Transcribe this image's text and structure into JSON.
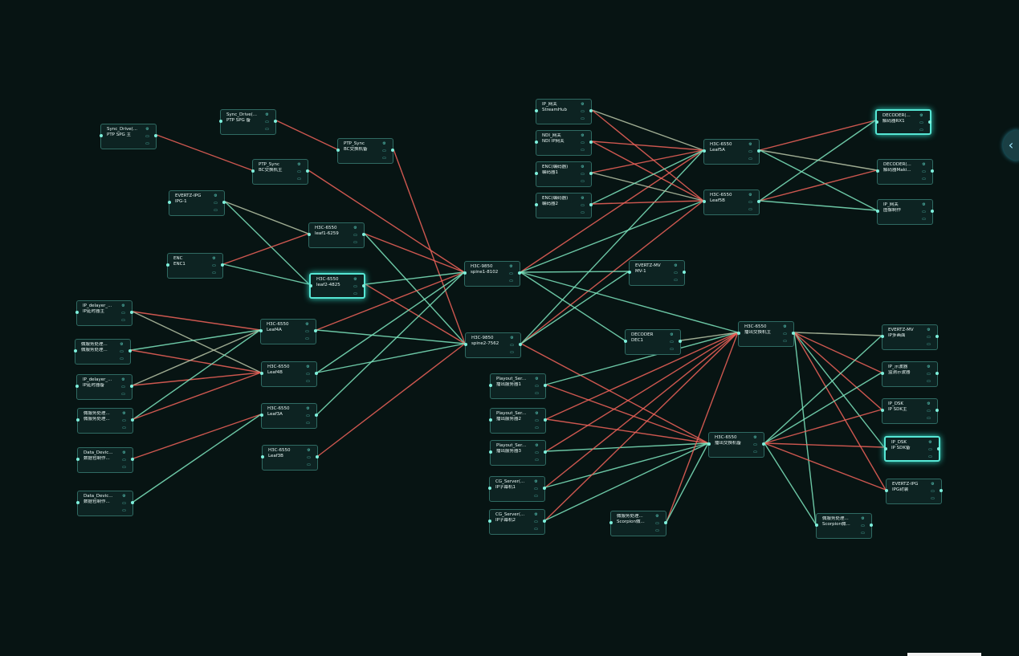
{
  "colors": {
    "green": "#7ee6bf",
    "red": "#f0635a",
    "mixed": "#b8c6a8"
  },
  "nodes": [
    {
      "id": "sync1",
      "l1": "Sync_Drive(...",
      "l2": "PTP SPG 主"
    },
    {
      "id": "sync2",
      "l1": "Sync_Drive(...",
      "l2": "PTP SPG 备"
    },
    {
      "id": "ptps_b",
      "l1": "PTP_Sync",
      "l2": "BC交换机备"
    },
    {
      "id": "ptps_m",
      "l1": "PTP_Sync",
      "l2": "BC交换机主"
    },
    {
      "id": "ipg",
      "l1": "EVERTZ-IPG",
      "l2": "IPG-1"
    },
    {
      "id": "enc",
      "l1": "ENC",
      "l2": "ENC1"
    },
    {
      "id": "leaf1",
      "l1": "H3C-6550",
      "l2": "leaf1-6259"
    },
    {
      "id": "leaf2",
      "l1": "H3C-6550",
      "l2": "leaf2-4825",
      "sel": true
    },
    {
      "id": "ipd1",
      "l1": "IP_delayer_...",
      "l2": "IP延时器主"
    },
    {
      "id": "mp1",
      "l1": "微服务处理...",
      "l2": "微服务处理..."
    },
    {
      "id": "ipd2",
      "l1": "IP_delayer_...",
      "l2": "IP延时器备"
    },
    {
      "id": "mp2",
      "l1": "微服务处理...",
      "l2": "微服务处理..."
    },
    {
      "id": "dd1",
      "l1": "Data_Devic...",
      "l2": "数据包制作..."
    },
    {
      "id": "dd2",
      "l1": "Data_Devic...",
      "l2": "数据包制作..."
    },
    {
      "id": "leaf4a",
      "l1": "H3C-6550",
      "l2": "Leaf4A"
    },
    {
      "id": "leaf4b",
      "l1": "H3C-6550",
      "l2": "Leaf4B"
    },
    {
      "id": "leaf3a",
      "l1": "H3C-6550",
      "l2": "Leaf3A"
    },
    {
      "id": "leaf3b",
      "l1": "H3C-6550",
      "l2": "Leaf3B"
    },
    {
      "id": "spine1",
      "l1": "H3C-9850",
      "l2": "spine1-8102"
    },
    {
      "id": "spine2",
      "l1": "H3C-9850",
      "l2": "spine2-7562"
    },
    {
      "id": "gw1",
      "l1": "IP_网关",
      "l2": "StreamHub"
    },
    {
      "id": "ndi",
      "l1": "NDI_网关",
      "l2": "NDI IP网关"
    },
    {
      "id": "enc2",
      "l1": "ENC(编码器)",
      "l2": "编码器1"
    },
    {
      "id": "enc3",
      "l1": "ENC(编码器)",
      "l2": "编码器2"
    },
    {
      "id": "leaf5a",
      "l1": "H3C-6550",
      "l2": "Leaf5A"
    },
    {
      "id": "leaf5b",
      "l1": "H3C-6550",
      "l2": "Leaf5B"
    },
    {
      "id": "dec1",
      "l1": "DECODER(...",
      "l2": "解码器RX1",
      "sel": true
    },
    {
      "id": "dec2",
      "l1": "DECODER(...",
      "l2": "解码器Maki..."
    },
    {
      "id": "gw2",
      "l1": "IP_网关",
      "l2": "图像制作"
    },
    {
      "id": "mv1",
      "l1": "EVERTZ-MV",
      "l2": "MV-1"
    },
    {
      "id": "decx",
      "l1": "DECODER",
      "l2": "DEC1"
    },
    {
      "id": "bm",
      "l1": "H3C-6550",
      "l2": "播出交换机主"
    },
    {
      "id": "bb",
      "l1": "H3C-6550",
      "l2": "播出交换机备"
    },
    {
      "id": "ps1",
      "l1": "Playout_Ser...",
      "l2": "播出服务器1"
    },
    {
      "id": "ps2",
      "l1": "Playout_Ser...",
      "l2": "播出服务器2"
    },
    {
      "id": "ps3",
      "l1": "Playout_Ser...",
      "l2": "播出服务器3"
    },
    {
      "id": "cg1",
      "l1": "CG_Server(...",
      "l2": "IP字幕机1"
    },
    {
      "id": "cg2",
      "l1": "CG_Server(...",
      "l2": "IP字幕机2"
    },
    {
      "id": "sc1",
      "l1": "微服务处理...",
      "l2": "Scorpion微..."
    },
    {
      "id": "emv",
      "l1": "EVERTZ-MV",
      "l2": "IP多画面"
    },
    {
      "id": "mon",
      "l1": "IP_示波器",
      "l2": "监测示波器"
    },
    {
      "id": "dsk1",
      "l1": "IP_DSK",
      "l2": "IP SDK主"
    },
    {
      "id": "dsk2",
      "l1": "IP_DSK",
      "l2": "IP SDK备",
      "sel": true
    },
    {
      "id": "eipg",
      "l1": "EVERTZ-IPG",
      "l2": "IPG封装"
    },
    {
      "id": "sc2",
      "l1": "微服务处理...",
      "l2": "Scorpion微..."
    }
  ],
  "links": [
    [
      "sync1",
      "ptps_m",
      "r"
    ],
    [
      "sync2",
      "ptps_b",
      "r"
    ],
    [
      "ptps_m",
      "spine1",
      "r"
    ],
    [
      "ptps_b",
      "spine2",
      "r"
    ],
    [
      "ipg",
      "leaf1",
      "m"
    ],
    [
      "ipg",
      "leaf2",
      "g"
    ],
    [
      "enc",
      "leaf1",
      "r"
    ],
    [
      "enc",
      "leaf2",
      "g"
    ],
    [
      "leaf1",
      "spine1",
      "r"
    ],
    [
      "leaf1",
      "spine2",
      "g"
    ],
    [
      "leaf2",
      "spine1",
      "g"
    ],
    [
      "leaf2",
      "spine2",
      "r"
    ],
    [
      "ipd1",
      "leaf4a",
      "r"
    ],
    [
      "ipd1",
      "leaf4b",
      "m"
    ],
    [
      "mp1",
      "leaf4a",
      "g"
    ],
    [
      "mp1",
      "leaf4b",
      "r"
    ],
    [
      "ipd2",
      "leaf4a",
      "m"
    ],
    [
      "ipd2",
      "leaf4b",
      "r"
    ],
    [
      "mp2",
      "leaf4a",
      "g"
    ],
    [
      "mp2",
      "leaf4b",
      "r"
    ],
    [
      "dd1",
      "leaf3a",
      "r"
    ],
    [
      "dd2",
      "leaf3a",
      "g"
    ],
    [
      "leaf4a",
      "spine1",
      "r"
    ],
    [
      "leaf4a",
      "spine2",
      "g"
    ],
    [
      "leaf4b",
      "spine1",
      "g"
    ],
    [
      "leaf4b",
      "spine2",
      "g"
    ],
    [
      "leaf3a",
      "spine1",
      "g"
    ],
    [
      "leaf3b",
      "spine2",
      "r"
    ],
    [
      "spine1",
      "leaf5a",
      "r"
    ],
    [
      "spine1",
      "leaf5b",
      "g"
    ],
    [
      "spine2",
      "leaf5a",
      "g"
    ],
    [
      "spine2",
      "leaf5b",
      "r"
    ],
    [
      "spine1",
      "mv1",
      "g"
    ],
    [
      "spine2",
      "mv1",
      "g"
    ],
    [
      "spine1",
      "decx",
      "g"
    ],
    [
      "spine1",
      "bm",
      "g"
    ],
    [
      "spine2",
      "bb",
      "r"
    ],
    [
      "gw1",
      "leaf5a",
      "m"
    ],
    [
      "gw1",
      "leaf5b",
      "r"
    ],
    [
      "ndi",
      "leaf5a",
      "r"
    ],
    [
      "ndi",
      "leaf5b",
      "r"
    ],
    [
      "enc2",
      "leaf5a",
      "r"
    ],
    [
      "enc2",
      "leaf5b",
      "m"
    ],
    [
      "enc3",
      "leaf5a",
      "g"
    ],
    [
      "enc3",
      "leaf5b",
      "r"
    ],
    [
      "leaf5a",
      "dec1",
      "r"
    ],
    [
      "leaf5a",
      "dec2",
      "m"
    ],
    [
      "leaf5a",
      "gw2",
      "g"
    ],
    [
      "leaf5b",
      "dec1",
      "g"
    ],
    [
      "leaf5b",
      "dec2",
      "r"
    ],
    [
      "leaf5b",
      "gw2",
      "g"
    ],
    [
      "ps1",
      "bm",
      "g"
    ],
    [
      "ps1",
      "bb",
      "r"
    ],
    [
      "ps2",
      "bm",
      "r"
    ],
    [
      "ps2",
      "bb",
      "r"
    ],
    [
      "ps3",
      "bm",
      "r"
    ],
    [
      "ps3",
      "bb",
      "g"
    ],
    [
      "cg1",
      "bm",
      "r"
    ],
    [
      "cg1",
      "bb",
      "g"
    ],
    [
      "cg2",
      "bm",
      "r"
    ],
    [
      "cg2",
      "bb",
      "g"
    ],
    [
      "sc1",
      "bm",
      "r"
    ],
    [
      "sc1",
      "bb",
      "g"
    ],
    [
      "bm",
      "emv",
      "m"
    ],
    [
      "bm",
      "mon",
      "r"
    ],
    [
      "bm",
      "dsk1",
      "r"
    ],
    [
      "bm",
      "dsk2",
      "g"
    ],
    [
      "bm",
      "eipg",
      "r"
    ],
    [
      "bm",
      "sc2",
      "g"
    ],
    [
      "bb",
      "emv",
      "g"
    ],
    [
      "bb",
      "mon",
      "g"
    ],
    [
      "bb",
      "dsk1",
      "r"
    ],
    [
      "bb",
      "dsk2",
      "r"
    ],
    [
      "bb",
      "eipg",
      "r"
    ],
    [
      "bb",
      "sc2",
      "g"
    ],
    [
      "decx",
      "bm",
      "m"
    ]
  ],
  "ui": {
    "collapse_icon": "chevron-left-icon"
  }
}
